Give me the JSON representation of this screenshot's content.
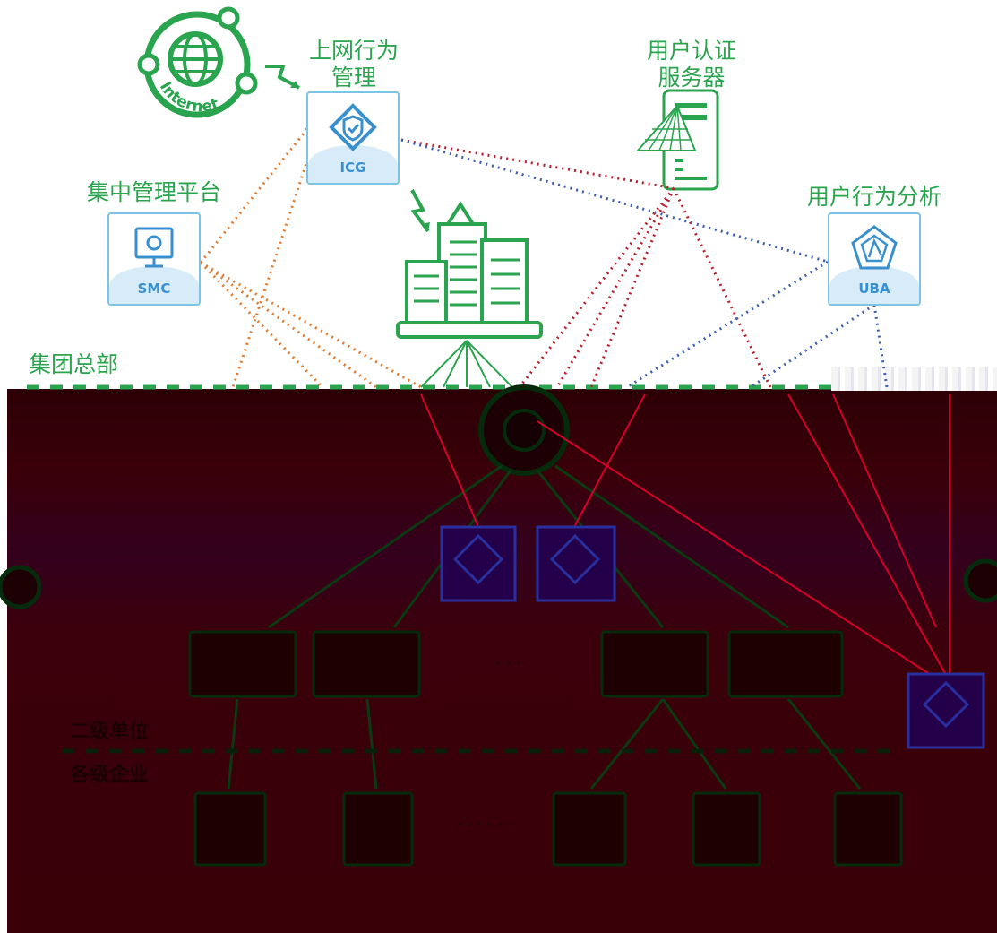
{
  "labels": {
    "behavior_mgmt_line1": "上网行为",
    "behavior_mgmt_line2": "管理",
    "auth_server_line1": "用户认证",
    "auth_server_line2": "服务器",
    "central_platform": "集中管理平台",
    "user_behavior_analysis": "用户行为分析",
    "headquarters": "集团总部",
    "second_level": "二级单位",
    "sub_enterprises": "各级企业",
    "ellipsis_row1": "···",
    "ellipsis_row2": "······"
  },
  "internet": {
    "text": "Internet"
  },
  "devices": {
    "icg": {
      "code": "ICG"
    },
    "smc": {
      "code": "SMC"
    },
    "uba": {
      "code": "UBA"
    }
  },
  "colors": {
    "green": "#2aa44e",
    "device_blue": "#3a8fcd",
    "link_orange": "#e07a2e",
    "link_red": "#b81e2b",
    "link_blue": "#3b5fa8",
    "dark_region": "#3a0009",
    "dark_green_lines": "#0b3a12",
    "dark_red_lines": "#d4002a",
    "dark_blue_boxes": "#2a2f9e"
  }
}
